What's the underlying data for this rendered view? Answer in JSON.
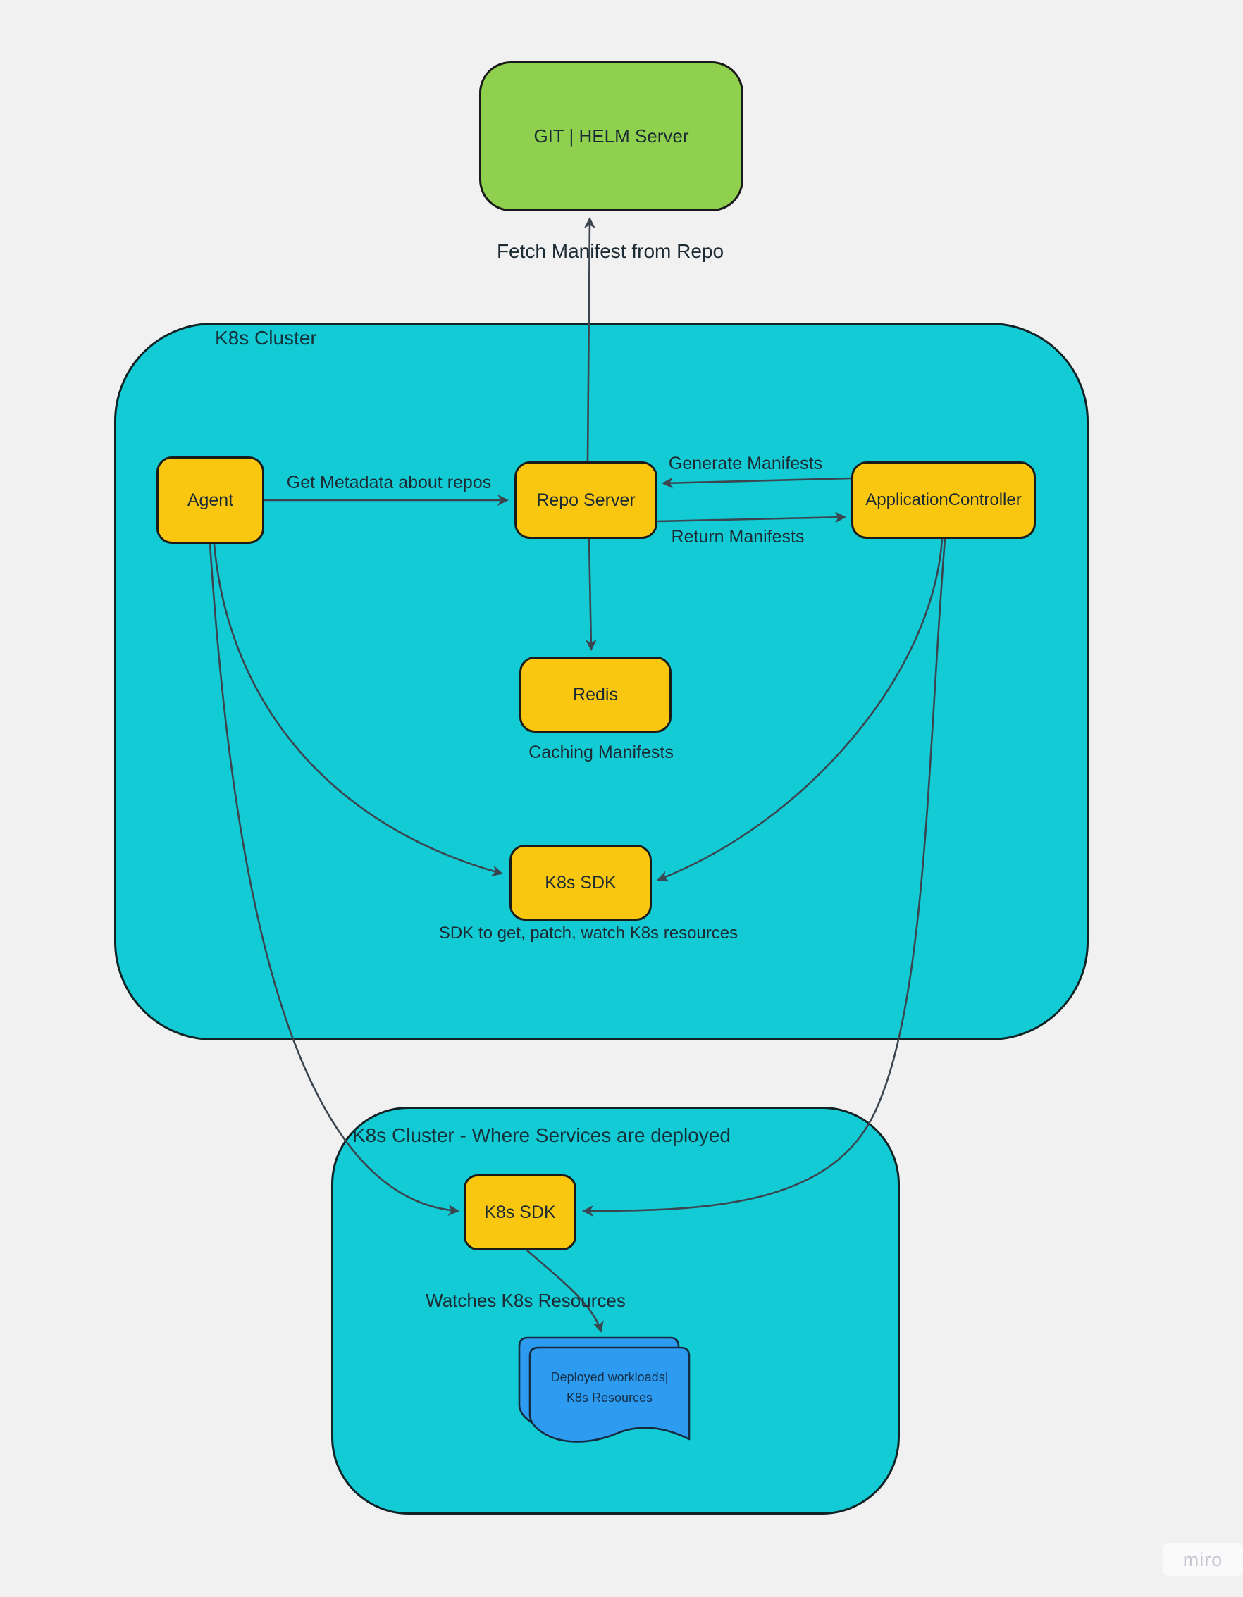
{
  "colors": {
    "background": "#f1f1f2",
    "cluster_teal": "#13cbd4",
    "node_yellow": "#fac710",
    "server_green": "#8fd14f",
    "document_blue": "#2d9bf0",
    "connector": "#3a4550",
    "shape_border": "#1a1a1a",
    "text": "#1c2b33"
  },
  "top_server": {
    "label": "GIT | HELM Server"
  },
  "clusters": {
    "main": {
      "title": "K8s Cluster"
    },
    "deploy": {
      "title": "K8s Cluster - Where Services are deployed"
    }
  },
  "nodes": {
    "agent": "Agent",
    "repo_server": "Repo Server",
    "app_controller": "ApplicationController",
    "redis": "Redis",
    "sdk_main": "K8s SDK",
    "sdk_deploy": "K8s SDK",
    "document": {
      "line1": "Deployed workloads|",
      "line2": "K8s Resources"
    }
  },
  "labels": {
    "fetch": "Fetch Manifest from Repo",
    "get_metadata": "Get Metadata about repos",
    "generate": "Generate Manifests",
    "return_manifests": "Return Manifests",
    "caching": "Caching Manifests",
    "sdk_caption": "SDK to get, patch, watch K8s resources",
    "watches": "Watches K8s Resources"
  },
  "watermark": "miro"
}
